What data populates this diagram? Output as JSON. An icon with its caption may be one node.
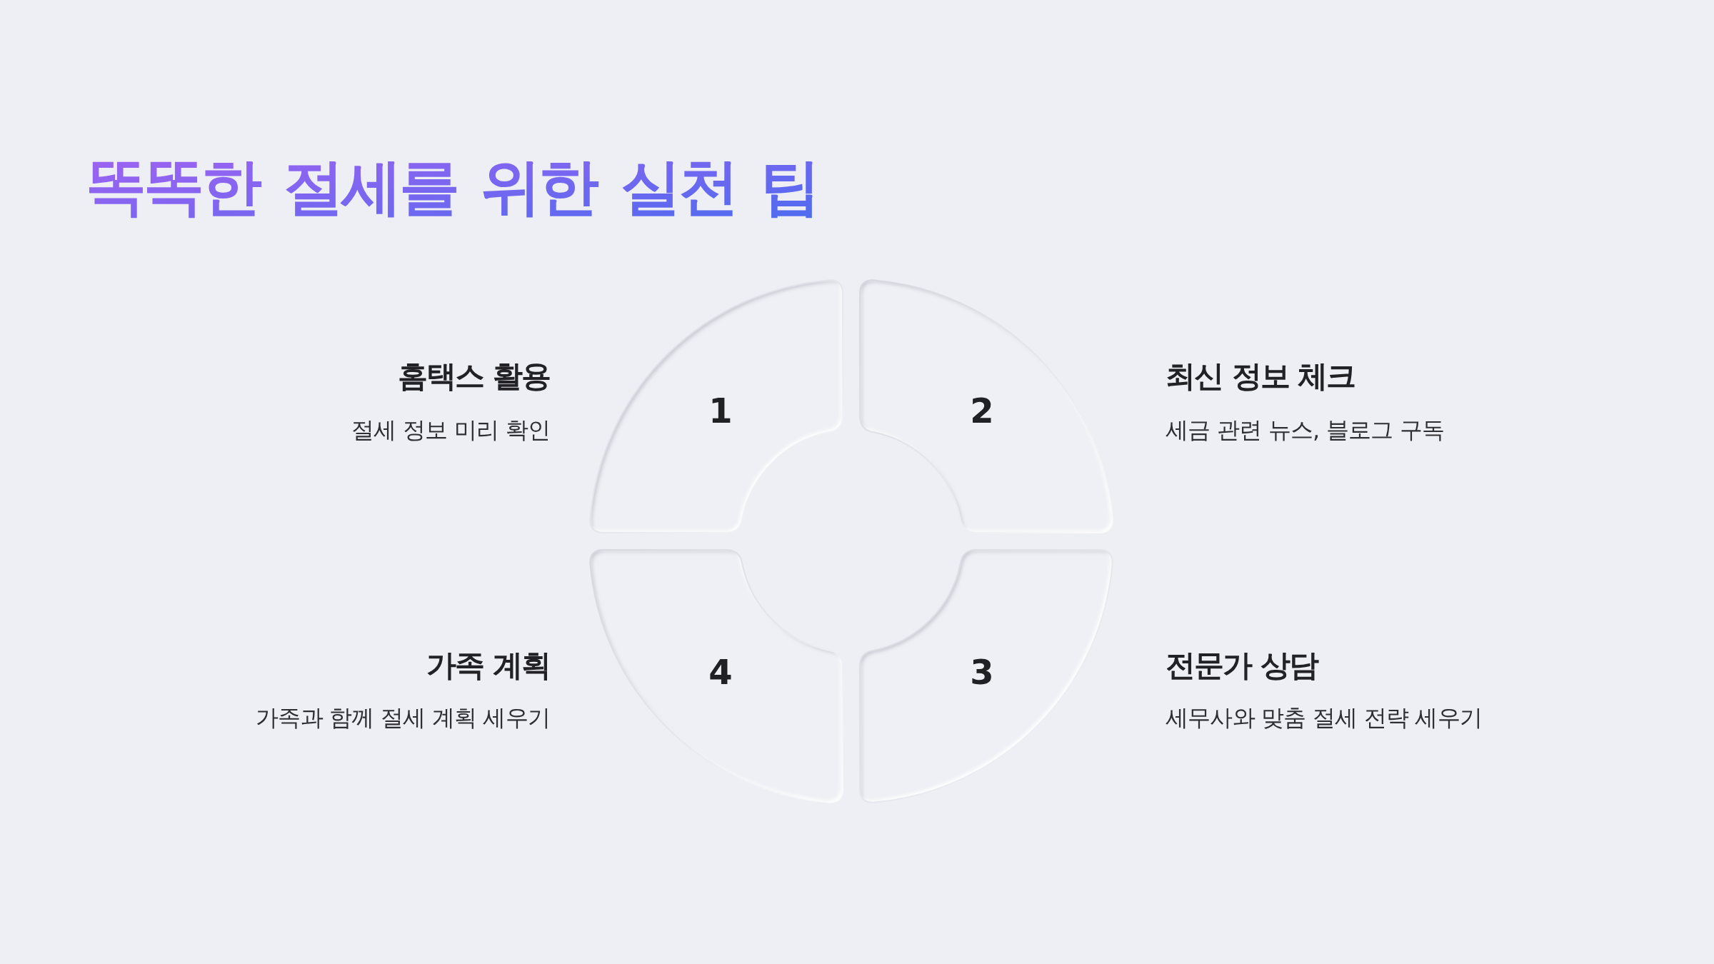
{
  "diagram": {
    "title": "똑똑한 절세를 위한 실천 팁",
    "nodes": [
      {
        "text": [
          "1"
        ],
        "beside": [
          "홈택스 활용",
          "절세 정보 미리 확인"
        ]
      },
      {
        "text": [
          "2"
        ],
        "beside": [
          "최신 정보 체크",
          "세금 관련 뉴스, 블로그 구독"
        ]
      },
      {
        "text": [
          "3"
        ],
        "beside": [
          "전문가 상담",
          "세무사와 맞춤 절세 전략 세우기"
        ]
      },
      {
        "text": [
          "4"
        ],
        "beside": [
          "가족 계획",
          "가족과 함께 절세 계획 세우기"
        ]
      }
    ]
  }
}
